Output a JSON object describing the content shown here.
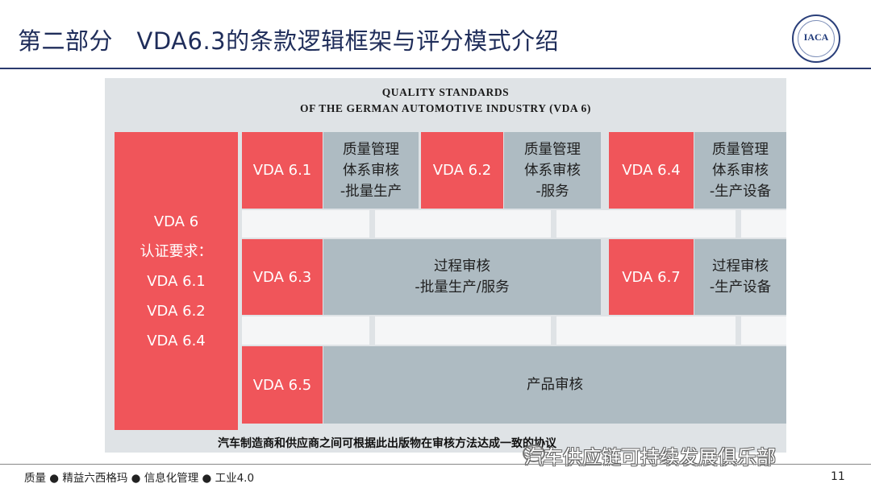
{
  "header": {
    "title": "第二部分　VDA6.3的条款逻辑框架与评分模式介绍",
    "logo_text": "IACA"
  },
  "diagram": {
    "title_line1": "QUALITY STANDARDS",
    "title_line2": "OF THE GERMAN AUTOMOTIVE INDUSTRY (VDA 6)",
    "left_block": [
      "VDA 6",
      "认证要求：",
      "VDA 6.1",
      "VDA 6.2",
      "VDA 6.4"
    ],
    "row1": [
      {
        "code": "VDA 6.1",
        "desc": [
          "质量管理",
          "体系审核",
          "-批量生产"
        ]
      },
      {
        "code": "VDA 6.2",
        "desc": [
          "质量管理",
          "体系审核",
          "-服务"
        ]
      },
      {
        "code": "VDA 6.4",
        "desc": [
          "质量管理",
          "体系审核",
          "-生产设备"
        ]
      }
    ],
    "row2": [
      {
        "code": "VDA 6.3",
        "desc": [
          "过程审核",
          "-批量生产/服务"
        ]
      },
      {
        "code": "VDA 6.7",
        "desc": [
          "过程审核",
          "-生产设备"
        ]
      }
    ],
    "row3": {
      "code": "VDA 6.5",
      "desc": "产品审核"
    },
    "note": "汽车制造商和供应商之间可根据此出版物在审核方法达成一致的协议"
  },
  "watermark": "汽车供应链可持续发展俱乐部",
  "footer": {
    "text": "质量 ● 精益六西格玛 ● 信息化管理 ● 工业4.0",
    "page": "11"
  }
}
